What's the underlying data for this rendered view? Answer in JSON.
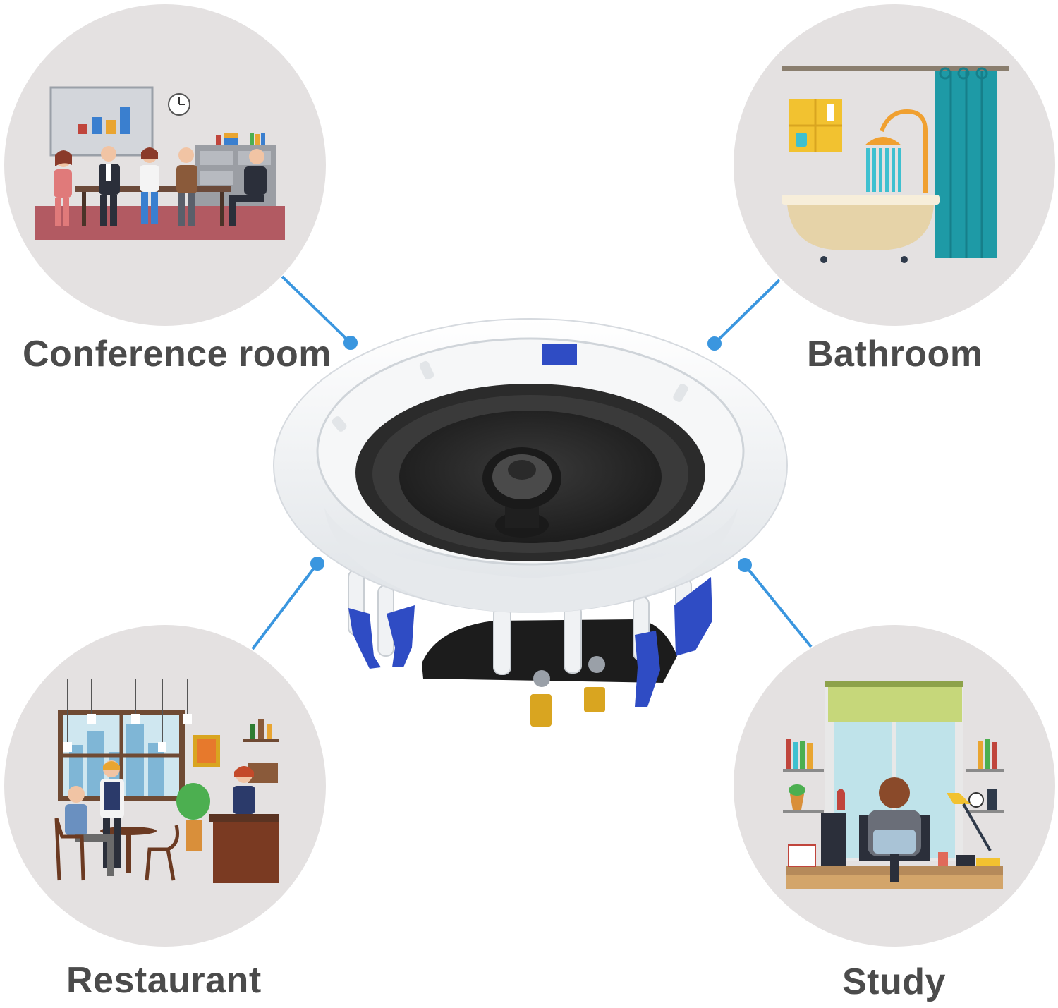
{
  "labels": {
    "conference": "Conference room",
    "bathroom": "Bathroom",
    "restaurant": "Restaurant",
    "study": "Study"
  },
  "colors": {
    "background": "#ffffff",
    "circle_fill": "#e4e1e1",
    "connector": "#3a96df",
    "label_text": "#4b4b4b",
    "speaker_white": "#f4f6f7",
    "speaker_cone": "#2b2b2b",
    "clip_blue": "#2f4cc4"
  },
  "icons": [
    "conference-room-illustration",
    "bathroom-illustration",
    "restaurant-illustration",
    "study-illustration",
    "ceiling-speaker-photo"
  ]
}
